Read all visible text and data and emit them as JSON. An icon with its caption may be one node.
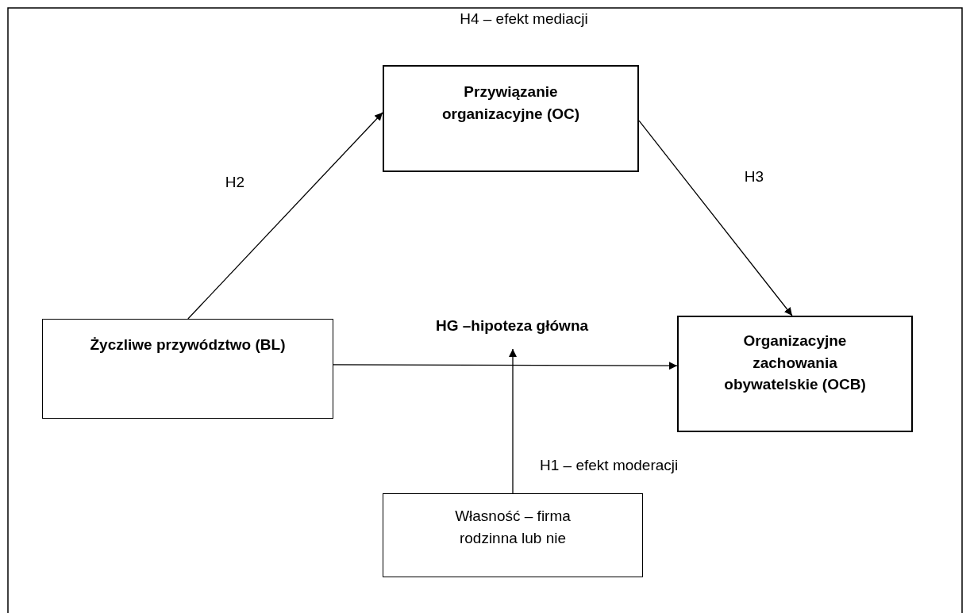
{
  "diagram": {
    "nodes": [
      {
        "text": [
          "Przywiązanie organizacyjne (OC)"
        ]
      },
      {
        "text": [
          "Życzliwe przywództwo (BL)"
        ]
      },
      {
        "text": [
          "Organizacyjne zachowania obywatelskie (OCB)"
        ]
      },
      {
        "text": [
          "Własność – firma rodzinna lub nie"
        ]
      }
    ],
    "edges": [
      {
        "from": 1,
        "to": 0,
        "arrow": "to",
        "label": "H2"
      },
      {
        "from": 0,
        "to": 2,
        "arrow": "to",
        "label": "H3"
      },
      {
        "from": 1,
        "to": 2,
        "arrow": "to",
        "label": "HG –hipoteza główna"
      },
      {
        "from": 3,
        "to": null,
        "arrow": "to",
        "label": "H1 – efekt moderacji"
      }
    ],
    "labels": [
      "H4 – efekt mediacji"
    ]
  }
}
